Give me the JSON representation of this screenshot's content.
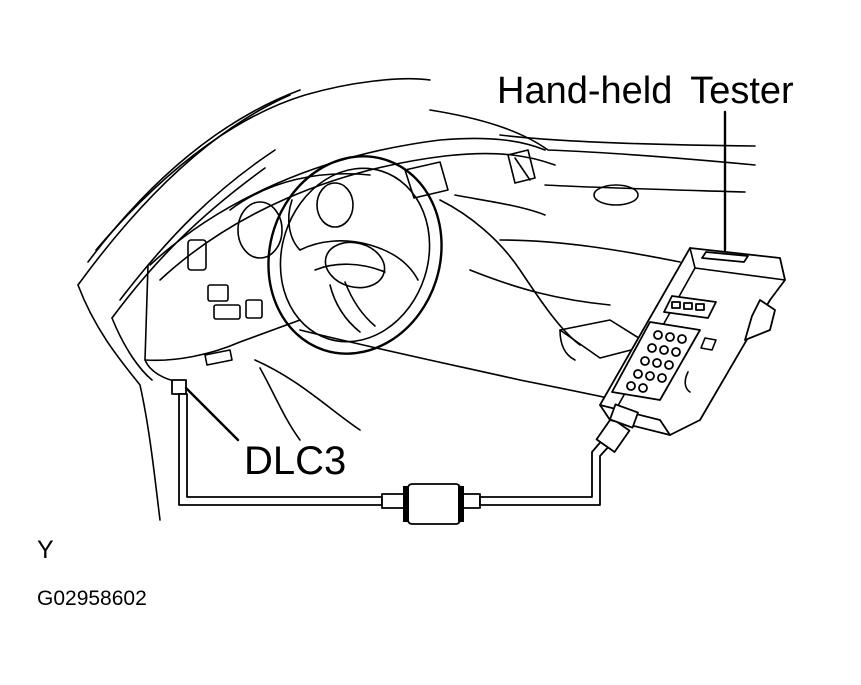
{
  "labels": {
    "tester": "Hand-held  Tester",
    "connector": "DLC3",
    "mark": "Y",
    "figure_code": "G02958602"
  },
  "colors": {
    "line": "#000000",
    "background": "#ffffff"
  }
}
